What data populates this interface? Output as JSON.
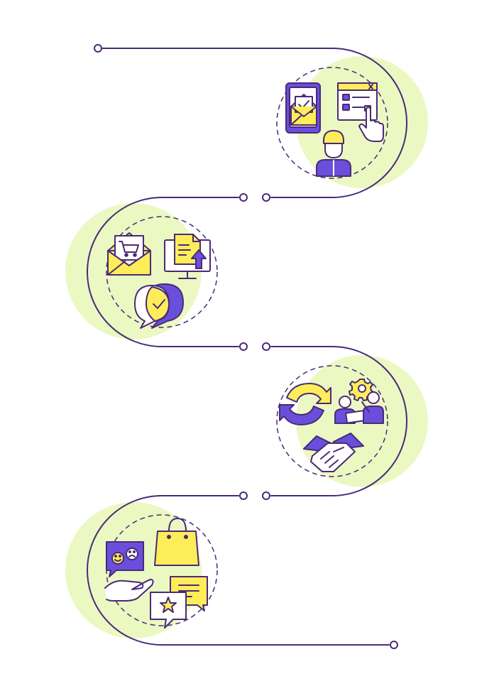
{
  "colors": {
    "stroke": "#4a2a78",
    "blob": "#ebf8c2",
    "yellow": "#fdee59",
    "violet": "#6a4fdc",
    "white": "#ffffff"
  },
  "steps": [
    {
      "id": "step-1",
      "side": "right",
      "icons": [
        "mobile-email-icon",
        "checklist-window-icon",
        "pointer-hand-icon",
        "customer-avatar-icon"
      ]
    },
    {
      "id": "step-2",
      "side": "left",
      "icons": [
        "shopping-email-icon",
        "document-upload-monitor-icon",
        "speech-bubbles-check-icon"
      ]
    },
    {
      "id": "step-3",
      "side": "right",
      "icons": [
        "refresh-arrows-icon",
        "team-gear-icon",
        "handshake-icon"
      ]
    },
    {
      "id": "step-4",
      "side": "left",
      "icons": [
        "feedback-emoji-bubble-icon",
        "shopping-bag-icon",
        "open-hand-icon",
        "star-review-bubbles-icon"
      ]
    }
  ]
}
